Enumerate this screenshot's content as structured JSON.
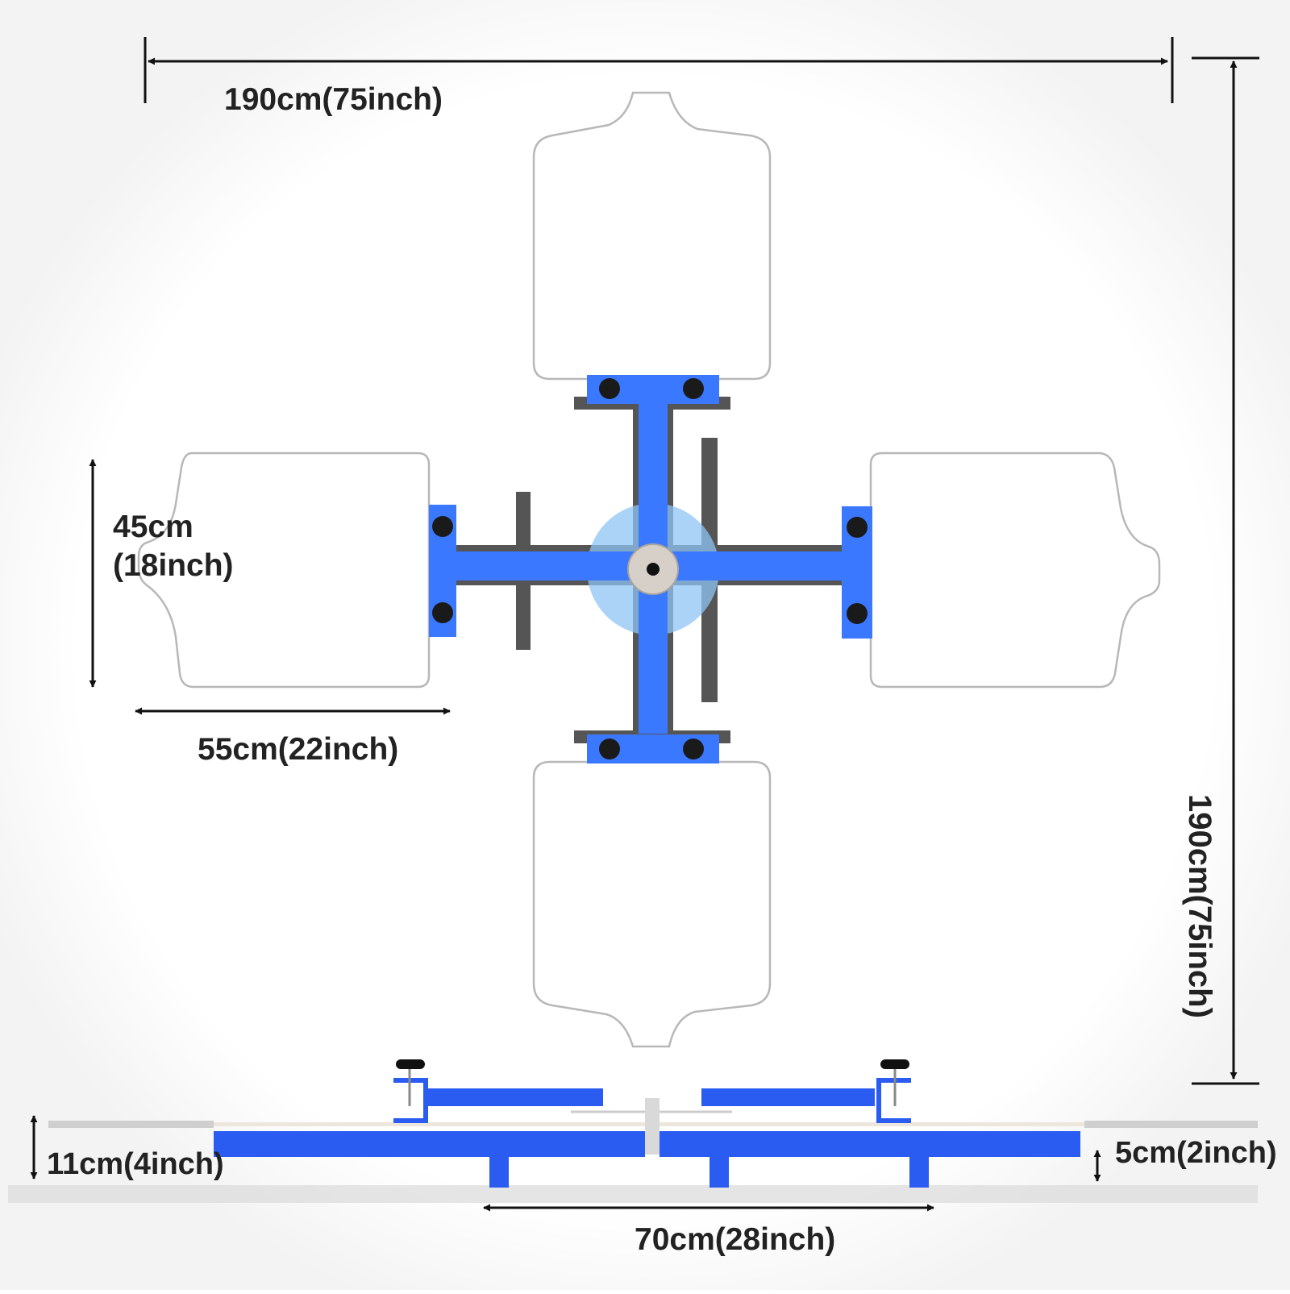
{
  "dimensions": {
    "top_width": "190cm(75inch)",
    "right_height": "190cm(75inch)",
    "platen_height_cm": "45cm",
    "platen_height_inch": "(18inch)",
    "platen_width": "55cm(22inch)",
    "base_height": "11cm(4inch)",
    "foot_height": "5cm(2inch)",
    "base_span": "70cm(28inch)"
  },
  "colors": {
    "frame_blue": "#3a78ff",
    "base_blue": "#2a5cf2",
    "light_blue": "#8fc4f5",
    "dark_gray": "#555555",
    "knob_black": "#1a1a1a",
    "platen_outline": "#b8b8b8",
    "line": "#111111"
  }
}
